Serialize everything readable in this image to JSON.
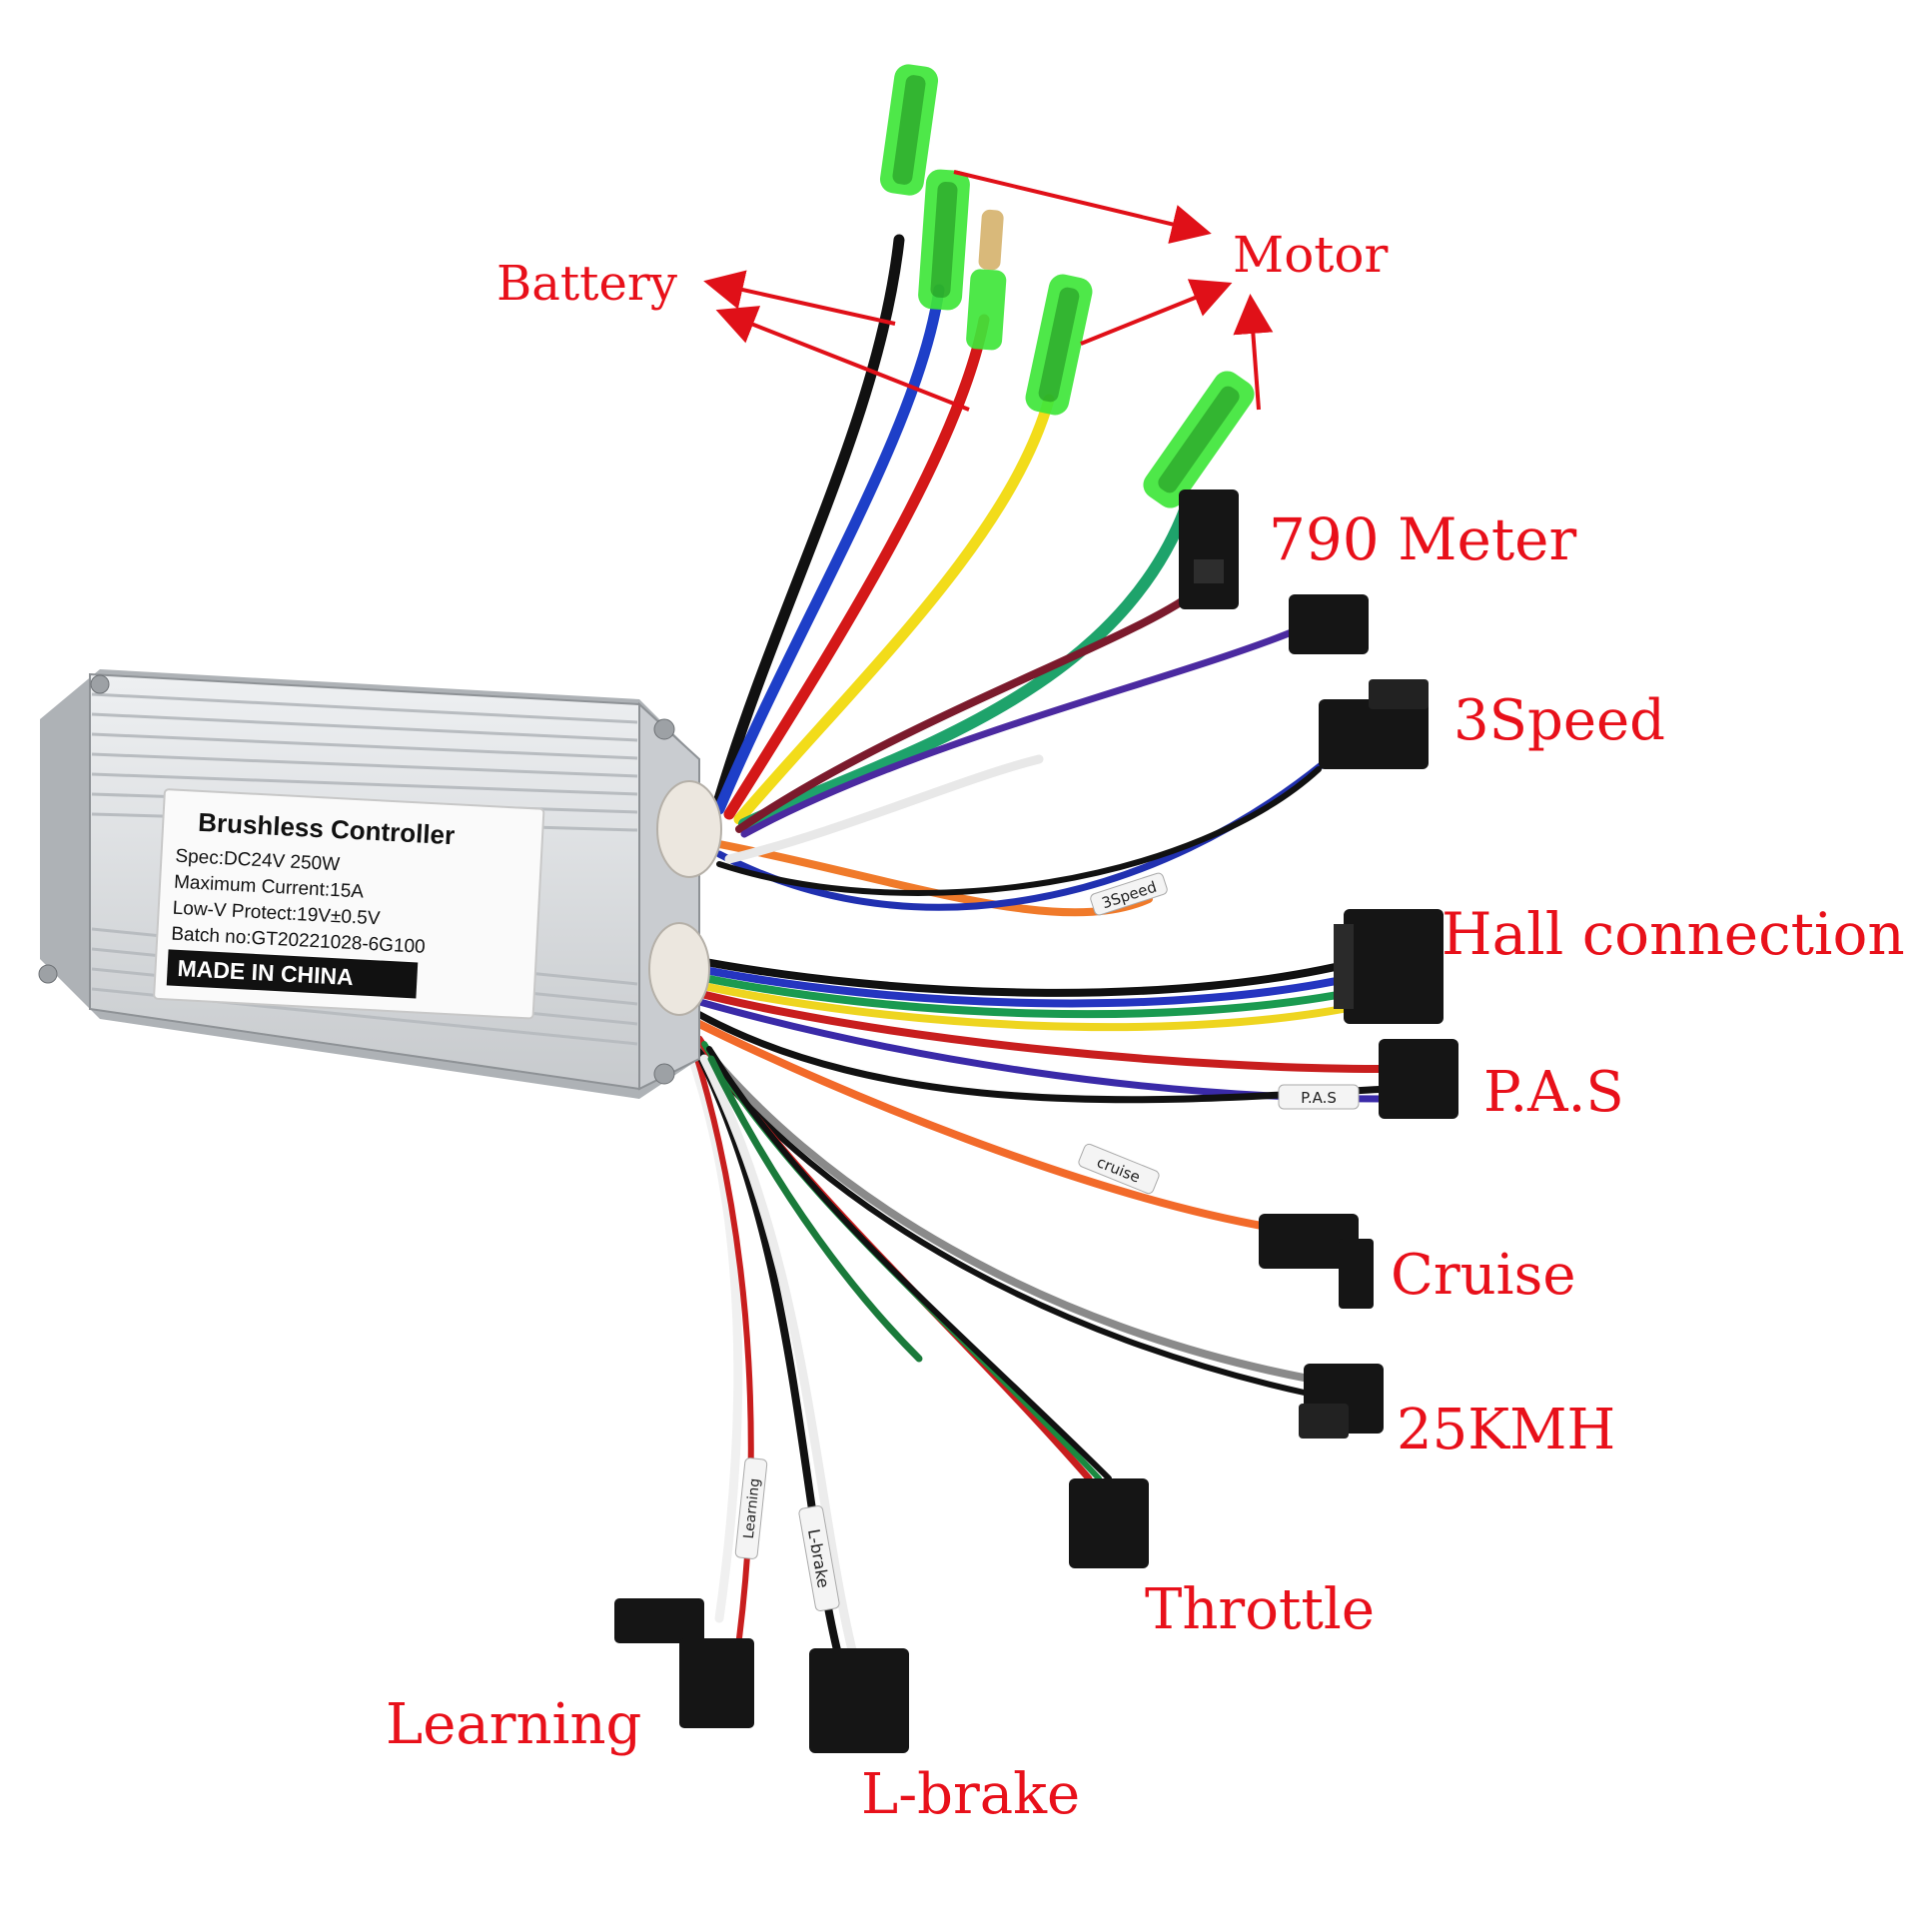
{
  "controller": {
    "title": "Brushless Controller",
    "spec": "Spec:DC24V    250W",
    "max_current": "Maximum Current:15A",
    "low_v": "Low-V Protect:19V±0.5V",
    "batch": "Batch no:GT20221028-6G100",
    "origin": "MADE IN CHINA"
  },
  "labels": {
    "battery": "Battery",
    "motor": "Motor",
    "meter": "790 Meter",
    "speed3": "3Speed",
    "hall": "Hall connection",
    "pas": "P.A.S",
    "cruise": "Cruise",
    "kmh25": "25KMH",
    "throttle": "Throttle",
    "learning": "Learning",
    "lbrake": "L-brake"
  },
  "wire_tags": {
    "speed3": "3Speed",
    "pas": "P.A.S",
    "cruise": "cruise",
    "learning": "Learning",
    "lbrake": "L-brake"
  },
  "colors": {
    "label_red": "#e8101a",
    "arrow_red": "#e01018",
    "connector_green": "#39e830",
    "case": "#d9dbde"
  }
}
